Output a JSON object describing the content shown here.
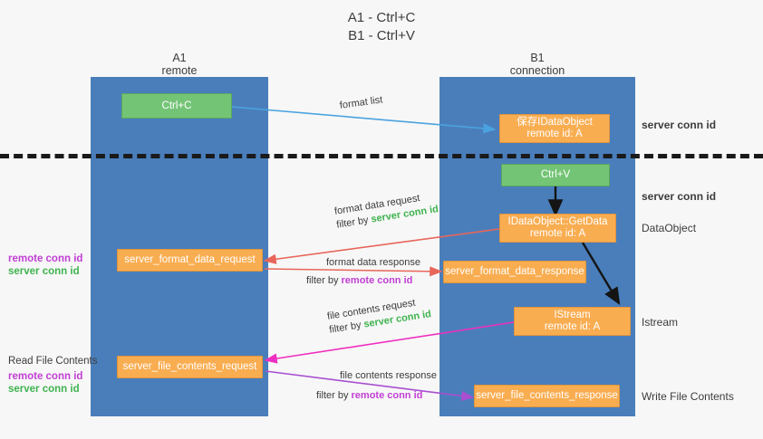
{
  "title": {
    "line1": "A1 - Ctrl+C",
    "line2": "B1 - Ctrl+V"
  },
  "lanes": [
    {
      "name": "A1",
      "sub": "remote",
      "color": "#4a7ebb"
    },
    {
      "name": "B1",
      "sub": "connection",
      "color": "#4a7ebb"
    }
  ],
  "nodes": {
    "ctrl_c": {
      "label": "Ctrl+C",
      "color": "#74c476"
    },
    "save_idataobject": {
      "line1": "保存IDataObject",
      "line2": "remote id: A",
      "color": "#f9ad51"
    },
    "ctrl_v": {
      "label": "Ctrl+V",
      "color": "#74c476"
    },
    "getdata": {
      "line1": "IDataObject::GetData",
      "line2": "remote id: A",
      "color": "#f9ad51"
    },
    "istream": {
      "line1": "IStream",
      "line2": "remote id: A",
      "color": "#f9ad51"
    },
    "server_format_data_request": {
      "label": "server_format_data_request",
      "color": "#f9ad51"
    },
    "server_format_data_response": {
      "label": "server_format_data_response",
      "color": "#f9ad51"
    },
    "server_file_contents_request": {
      "label": "server_file_contents_request",
      "color": "#f9ad51"
    },
    "server_file_contents_response": {
      "label": "server_file_contents_response",
      "color": "#f9ad51"
    }
  },
  "arrow_labels": {
    "format_list": "format list",
    "format_data_request": "format data request",
    "format_data_request_filter_prefix": "filter by ",
    "format_data_request_filter_value": "server conn id",
    "format_data_response": "format data response",
    "format_data_response_filter_prefix": "filter by ",
    "format_data_response_filter_value": "remote conn id",
    "file_contents_request": "file contents request",
    "file_contents_request_filter_prefix": "filter by ",
    "file_contents_request_filter_value": "server conn id",
    "file_contents_response": "file contents response",
    "file_contents_response_filter_prefix": "filter by ",
    "file_contents_response_filter_value": "remote conn id"
  },
  "right_notes": {
    "server_conn_id_top": "server conn id",
    "server_conn_id_mid": "server conn id",
    "dataobject": "DataObject",
    "istream": "Istream",
    "write_file_contents": "Write File Contents"
  },
  "left_notes": {
    "pair1_remote": "remote conn id",
    "pair1_server": "server conn id",
    "read_file_contents": "Read File Contents",
    "pair2_remote": "remote conn id",
    "pair2_server": "server conn id"
  },
  "colors": {
    "lane": "#4a7ebb",
    "green_node": "#74c476",
    "orange_node": "#f9ad51",
    "green_text": "#3fb34f",
    "purple_text": "#c13fd4",
    "blue_arrow": "#4aa3df",
    "red_arrow": "#e8665a",
    "black_arrow": "#141414",
    "magenta_arrow": "#ef2fc0",
    "purple_arrow": "#a84fd0"
  }
}
